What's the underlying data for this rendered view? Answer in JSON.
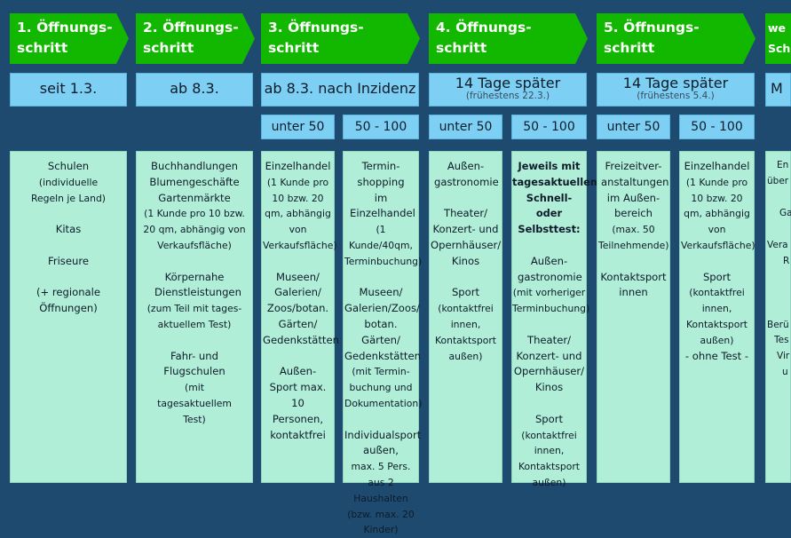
{
  "steps": [
    {
      "title1": "1. Öffnungs-",
      "title2": "schritt",
      "date": "seit 1.3."
    },
    {
      "title1": "2. Öffnungs-",
      "title2": "schritt",
      "date": "ab 8.3."
    },
    {
      "title1": "3. Öffnungs-",
      "title2": "schritt",
      "date": "ab 8.3. nach Inzidenz",
      "inc": [
        "unter 50",
        "50 - 100"
      ]
    },
    {
      "title1": "4. Öffnungs-",
      "title2": "schritt",
      "date": "14 Tage später",
      "date_sub": "(frühestens 22.3.)",
      "inc": [
        "unter 50",
        "50 - 100"
      ]
    },
    {
      "title1": "5. Öffnungs-",
      "title2": "schritt",
      "date": "14 Tage später",
      "date_sub": "(frühestens 5.4.)",
      "inc": [
        "unter 50",
        "50 - 100"
      ]
    },
    {
      "title1": "we",
      "title2": "Sch",
      "date": "M"
    }
  ],
  "content": {
    "c1": [
      "Schulen",
      "(individuelle Regeln je Land)",
      "Kitas",
      "Friseure",
      "(+ regionale Öffnungen)"
    ],
    "c2": [
      "Buchhandlungen",
      "Blumengeschäfte",
      "Gartenmärkte",
      "(1 Kunde pro 10 bzw. 20 qm, abhängig von Verkaufsfläche)",
      "Körpernahe Dienstleistungen",
      "(zum Teil mit tages-aktuellem Test)",
      "Fahr- und Flugschulen",
      "(mit tagesaktuellem Test)"
    ],
    "c3a": [
      "Einzelhandel",
      "(1 Kunde pro 10 bzw. 20 qm, abhängig von Verkaufsfläche)",
      "Museen/ Galerien/ Zoos/botan. Gärten/ Gedenkstätten",
      "Außen-Sport max. 10 Personen, kontaktfrei"
    ],
    "c3b": [
      "Termin-shopping im Einzelhandel",
      "(1 Kunde/40qm, Terminbuchung)",
      "Museen/ Galerien/Zoos/ botan. Gärten/ Gedenkstätten",
      "(mit Termin-buchung und Dokumentation)",
      "Individualsport außen,",
      "max. 5 Pers. aus 2 Haushalten (bzw. max. 20 Kinder)"
    ],
    "c4a": [
      "Außen-gastronomie",
      "Theater/ Konzert- und Opernhäuser/ Kinos",
      "Sport",
      "(kontaktfrei innen, Kontaktsport außen)"
    ],
    "c4b": [
      "Jeweils mit tagesaktuellem Schnell- oder Selbsttest:",
      "Außen-gastronomie",
      "(mit vorheriger Terminbuchung)",
      "Theater/ Konzert- und Opernhäuser/ Kinos",
      "Sport",
      "(kontaktfrei innen, Kontaktsport außen)"
    ],
    "c5a": [
      "Freizeitver-anstaltungen im Außen-bereich",
      "(max. 50 Teilnehmende)",
      "Kontaktsport innen"
    ],
    "c5b": [
      "Einzelhandel",
      "(1 Kunde pro 10 bzw. 20 qm, abhängig von Verkaufsfläche)",
      "Sport",
      "(kontaktfrei innen, Kontaktsport außen)",
      "- ohne Test -"
    ],
    "c6": [
      "En",
      "über",
      "Ga",
      "Vera",
      "R",
      "Berü",
      "Tes",
      "Vir",
      "u"
    ]
  }
}
